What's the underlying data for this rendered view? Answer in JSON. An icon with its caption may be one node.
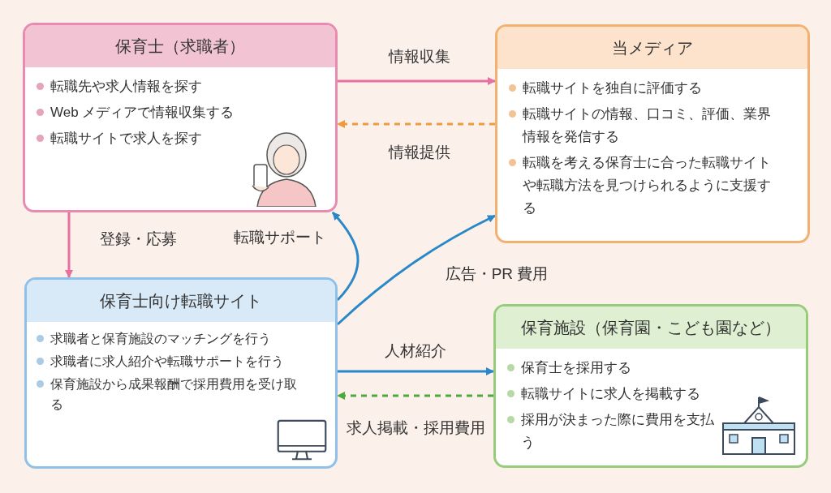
{
  "diagram": {
    "nodes": [
      {
        "text": [
          "保育士（求職者）",
          "転職先や求人情報を探す",
          "Web メディアで情報収集する",
          "転職サイトで求人を探す"
        ]
      },
      {
        "text": [
          "当メディア",
          "転職サイトを独自に評価する",
          "転職サイトの情報、口コミ、評価、業界情報を発信する",
          "転職を考える保育士に合った転職サイトや転職方法を見つけられるように支援する"
        ]
      },
      {
        "text": [
          "保育士向け転職サイト",
          "求職者と保育施設のマッチングを行う",
          "求職者に求人紹介や転職サポートを行う",
          "保育施設から成果報酬で採用費用を受け取る"
        ]
      },
      {
        "text": [
          "保育施設（保育園・こども園など）",
          "保育士を採用する",
          "転職サイトに求人を掲載する",
          "採用が決まった際に費用を支払う"
        ]
      }
    ],
    "edges": [
      {
        "from": 0,
        "to": 1,
        "arrow": "to",
        "label": "情報収集",
        "color": "#e8709f"
      },
      {
        "from": 1,
        "to": 0,
        "arrow": "to",
        "label": "情報提供",
        "style": "dashed",
        "color": "#ef9a3c"
      },
      {
        "from": 0,
        "to": 2,
        "arrow": "to",
        "label": "登録・応募",
        "color": "#e8709f"
      },
      {
        "from": 2,
        "to": 0,
        "arrow": "to",
        "label": "転職サポート"
      },
      {
        "from": 2,
        "to": 1,
        "arrow": "to",
        "label": "広告・PR 費用"
      },
      {
        "from": 2,
        "to": 3,
        "arrow": "to",
        "label": "人材紹介"
      },
      {
        "from": 3,
        "to": 2,
        "arrow": "to",
        "label": "求人掲載・採用費用",
        "style": "dashed",
        "color": "#4ea83c"
      }
    ]
  }
}
